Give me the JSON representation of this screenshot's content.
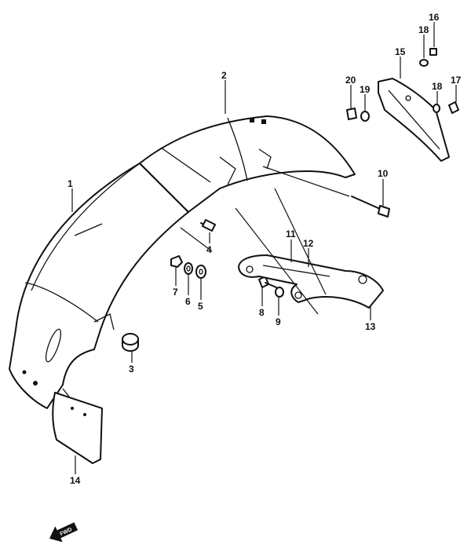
{
  "callouts": [
    {
      "id": "1",
      "label": "1"
    },
    {
      "id": "2",
      "label": "2"
    },
    {
      "id": "3",
      "label": "3"
    },
    {
      "id": "4",
      "label": "4"
    },
    {
      "id": "5",
      "label": "5"
    },
    {
      "id": "6",
      "label": "6"
    },
    {
      "id": "7",
      "label": "7"
    },
    {
      "id": "8",
      "label": "8"
    },
    {
      "id": "9",
      "label": "9"
    },
    {
      "id": "10",
      "label": "10"
    },
    {
      "id": "11",
      "label": "11"
    },
    {
      "id": "12",
      "label": "12"
    },
    {
      "id": "13",
      "label": "13"
    },
    {
      "id": "14",
      "label": "14"
    },
    {
      "id": "15",
      "label": "15"
    },
    {
      "id": "16",
      "label": "16"
    },
    {
      "id": "17",
      "label": "17"
    },
    {
      "id": "18a",
      "label": "18"
    },
    {
      "id": "18b",
      "label": "18"
    },
    {
      "id": "19",
      "label": "19"
    },
    {
      "id": "20",
      "label": "20"
    }
  ],
  "forward_arrow": {
    "label": "FWD",
    "icon": "forward-arrow-icon"
  }
}
